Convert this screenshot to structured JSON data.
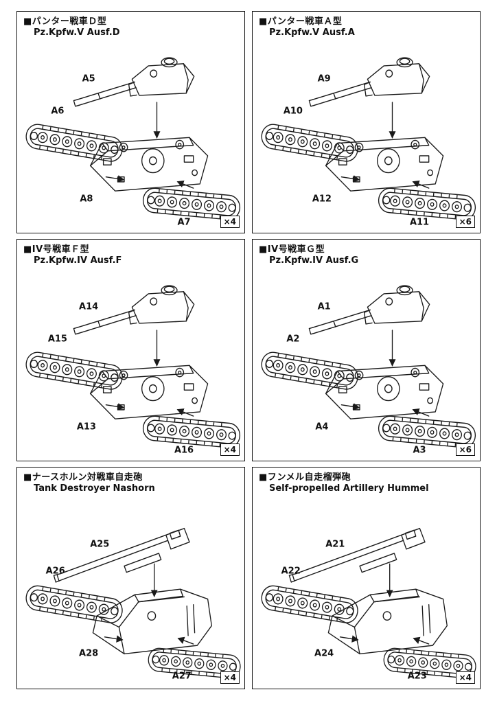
{
  "panels": [
    {
      "id": "panther-ausf-d",
      "title_jp": "■パンター戦車Ｄ型",
      "title_en": "Pz.Kpfw.V Ausf.D",
      "parts": [
        {
          "label": "A5",
          "part": "turret"
        },
        {
          "label": "A6",
          "part": "left-track"
        },
        {
          "label": "A8",
          "part": "hull"
        },
        {
          "label": "A7",
          "part": "right-track"
        }
      ],
      "quantity": "×4"
    },
    {
      "id": "panther-ausf-a",
      "title_jp": "■パンター戦車Ａ型",
      "title_en": "Pz.Kpfw.V Ausf.A",
      "parts": [
        {
          "label": "A9",
          "part": "turret"
        },
        {
          "label": "A10",
          "part": "left-track"
        },
        {
          "label": "A12",
          "part": "hull"
        },
        {
          "label": "A11",
          "part": "right-track"
        }
      ],
      "quantity": "×6"
    },
    {
      "id": "pzkpfw-iv-ausf-f",
      "title_jp": "■IV号戦車Ｆ型",
      "title_en": "Pz.Kpfw.IV Ausf.F",
      "parts": [
        {
          "label": "A14",
          "part": "turret"
        },
        {
          "label": "A15",
          "part": "left-track"
        },
        {
          "label": "A13",
          "part": "hull"
        },
        {
          "label": "A16",
          "part": "right-track"
        }
      ],
      "quantity": "×4"
    },
    {
      "id": "pzkpfw-iv-ausf-g",
      "title_jp": "■IV号戦車Ｇ型",
      "title_en": "Pz.Kpfw.IV Ausf.G",
      "parts": [
        {
          "label": "A1",
          "part": "turret"
        },
        {
          "label": "A2",
          "part": "left-track"
        },
        {
          "label": "A4",
          "part": "hull"
        },
        {
          "label": "A3",
          "part": "right-track"
        }
      ],
      "quantity": "×6"
    },
    {
      "id": "nashorn",
      "title_jp": "■ナースホルン対戦車自走砲",
      "title_en": "Tank Destroyer Nashorn",
      "parts": [
        {
          "label": "A25",
          "part": "gun"
        },
        {
          "label": "A26",
          "part": "left-track"
        },
        {
          "label": "A28",
          "part": "hull"
        },
        {
          "label": "A27",
          "part": "right-track"
        }
      ],
      "quantity": "×4"
    },
    {
      "id": "hummel",
      "title_jp": "■フンメル自走榴弾砲",
      "title_en": "Self-propelled Artillery Hummel",
      "parts": [
        {
          "label": "A21",
          "part": "gun"
        },
        {
          "label": "A22",
          "part": "left-track"
        },
        {
          "label": "A24",
          "part": "hull"
        },
        {
          "label": "A23",
          "part": "right-track"
        }
      ],
      "quantity": "×4"
    }
  ]
}
